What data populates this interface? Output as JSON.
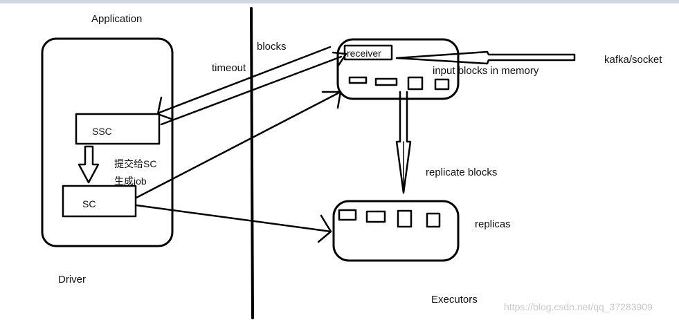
{
  "diagram": {
    "labels": {
      "application": "Application",
      "driver": "Driver",
      "ssc": "SSC",
      "sc": "SC",
      "submit_to_sc": "提交给SC",
      "generate_job": "生成job",
      "blocks": "blocks",
      "timeout": "timeout",
      "receiver": "receiver",
      "input_blocks": "input blocks in memory",
      "kafka_socket": "kafka/socket",
      "replicate_blocks": "replicate blocks",
      "replicas": "replicas",
      "executors": "Executors"
    },
    "watermark": "https://blog.csdn.net/qq_37283909"
  }
}
